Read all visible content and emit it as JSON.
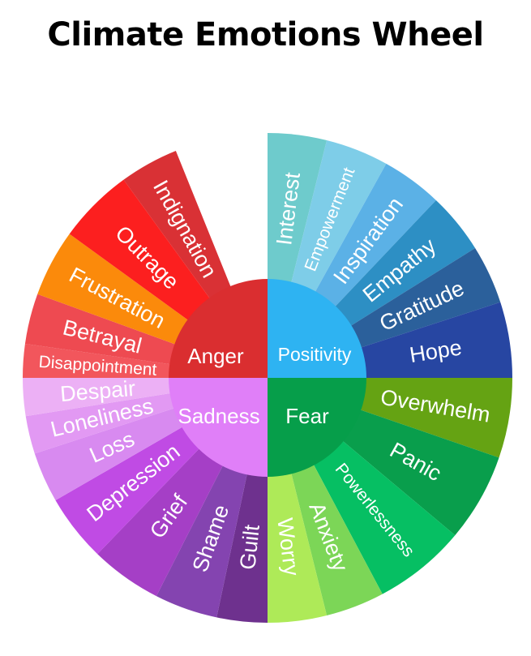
{
  "title": "Climate Emotions Wheel",
  "groups": [
    {
      "name": "Positivity",
      "color": "#2EB3F2",
      "emotions": [
        {
          "label": "Interest",
          "color": "#6ECBCC"
        },
        {
          "label": "Empowerment",
          "color": "#7ECDE8"
        },
        {
          "label": "Inspiration",
          "color": "#5BB1E6"
        },
        {
          "label": "Empathy",
          "color": "#2D8FC4"
        },
        {
          "label": "Gratitude",
          "color": "#2B609B"
        },
        {
          "label": "Hope",
          "color": "#2746A2"
        }
      ]
    },
    {
      "name": "Fear",
      "color": "#069E4A",
      "emotions": [
        {
          "label": "Overwhelm",
          "color": "#65A313"
        },
        {
          "label": "Panic",
          "color": "#099E4C"
        },
        {
          "label": "Powerlessness",
          "color": "#06BF63"
        },
        {
          "label": "Anxiety",
          "color": "#7CD657"
        },
        {
          "label": "Worry",
          "color": "#AEEA58"
        }
      ]
    },
    {
      "name": "Sadness",
      "color": "#E07FF8",
      "emotions": [
        {
          "label": "Guilt",
          "color": "#6E318E"
        },
        {
          "label": "Shame",
          "color": "#8444B0"
        },
        {
          "label": "Grief",
          "color": "#A53FC6"
        },
        {
          "label": "Depression",
          "color": "#C04BE4"
        },
        {
          "label": "Loss",
          "color": "#D88AF0"
        },
        {
          "label": "Loneliness",
          "color": "#E299F3"
        },
        {
          "label": "Despair",
          "color": "#ECB0F5"
        }
      ]
    },
    {
      "name": "Anger",
      "color": "#DA2E30",
      "emotions": [
        {
          "label": "Disappointment",
          "color": "#F2565C"
        },
        {
          "label": "Betrayal",
          "color": "#EE4A51"
        },
        {
          "label": "Frustration",
          "color": "#FB8A0B"
        },
        {
          "label": "Outrage",
          "color": "#FC1F1F"
        },
        {
          "label": "Indignation",
          "color": "#D93135"
        }
      ]
    }
  ]
}
